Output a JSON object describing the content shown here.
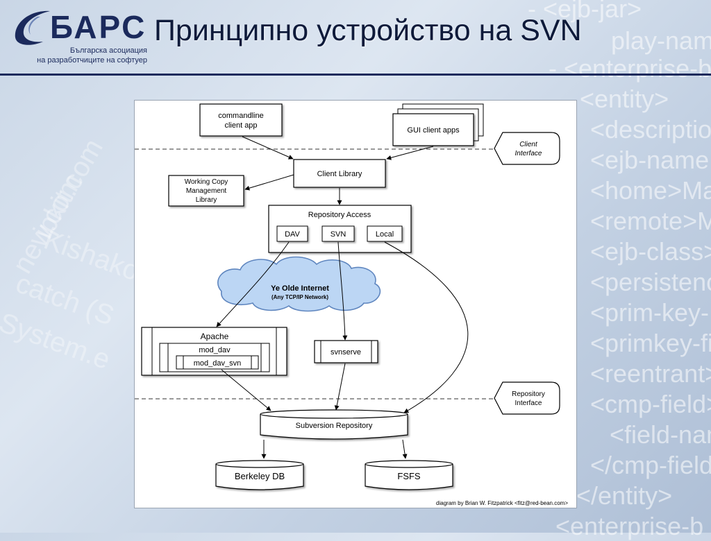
{
  "background_words": [
    "- <ejb-jar>",
    "play-nam",
    "- <enterprise-b",
    "<entity>",
    "<descriptio",
    "<ejb-name",
    "<home>Ma",
    "<remote>M",
    "<ejb-class>",
    "<persistenc",
    "<prim-key-",
    "<primkey-fi",
    "<reentrant>",
    "<cmp-field>",
    "<field-nam",
    "</cmp-field",
    "</entity>",
    "<enterprise-b"
  ],
  "background_slant": [
    "new.com",
    "catch (S",
    "System.e",
    "Kishakov",
    "ipkit.com"
  ],
  "logo": {
    "word": "БАРС",
    "subtitle_line1": "Българска асоциация",
    "subtitle_line2": "на разработчиците на софтуер"
  },
  "title": "Принципно устройство на SVN",
  "diagram": {
    "commandline_line1": "commandline",
    "commandline_line2": "client app",
    "gui_apps": "GUI client apps",
    "client_interface_line1": "Client",
    "client_interface_line2": "Interface",
    "client_library": "Client Library",
    "wc_line1": "Working Copy",
    "wc_line2": "Management",
    "wc_line3": "Library",
    "repo_access": "Repository Access",
    "dav": "DAV",
    "svn": "SVN",
    "local": "Local",
    "internet_line1": "Ye Olde Internet",
    "internet_line2": "(Any TCP/IP Network)",
    "apache": "Apache",
    "mod_dav": "mod_dav",
    "mod_dav_svn": "mod_dav_svn",
    "svnserve": "svnserve",
    "repo_interface_line1": "Repository",
    "repo_interface_line2": "Interface",
    "subversion_repository": "Subversion Repository",
    "berkeley_db": "Berkeley DB",
    "fsfs": "FSFS",
    "credit": "diagram by Brian W. Fitzpatrick <fitz@red-bean.com>"
  }
}
